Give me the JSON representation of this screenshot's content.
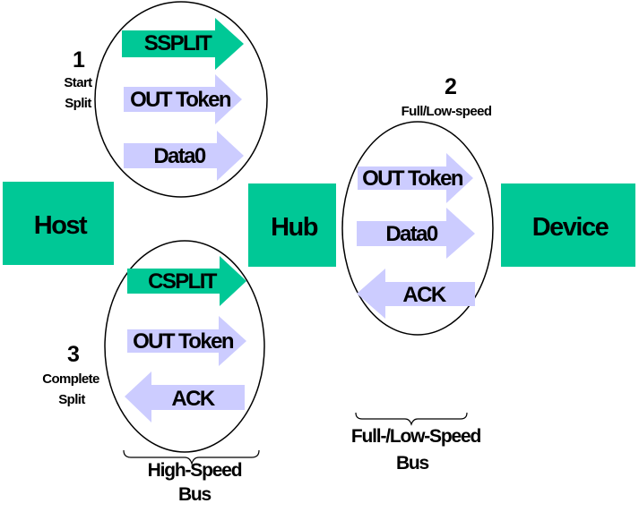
{
  "colors": {
    "green": "#00c896",
    "lavender": "#ccccff",
    "outline": "#000000",
    "text": "#000000"
  },
  "boxes": {
    "host": "Host",
    "hub": "Hub",
    "device": "Device"
  },
  "start_split": {
    "number": "1",
    "caption_line1": "Start",
    "caption_line2": "Split",
    "arrows": [
      {
        "label": "SSPLIT",
        "direction": "right",
        "color": "green"
      },
      {
        "label": "OUT Token",
        "direction": "right",
        "color": "lavender"
      },
      {
        "label": "Data0",
        "direction": "right",
        "color": "lavender"
      }
    ]
  },
  "complete_split": {
    "number": "3",
    "caption_line1": "Complete",
    "caption_line2": "Split",
    "arrows": [
      {
        "label": "CSPLIT",
        "direction": "right",
        "color": "green"
      },
      {
        "label": "OUT Token",
        "direction": "right",
        "color": "lavender"
      },
      {
        "label": "ACK",
        "direction": "left",
        "color": "lavender"
      }
    ]
  },
  "full_low_transaction": {
    "number": "2",
    "caption": "Full/Low-speed",
    "arrows": [
      {
        "label": "OUT Token",
        "direction": "right",
        "color": "lavender"
      },
      {
        "label": "Data0",
        "direction": "right",
        "color": "lavender"
      },
      {
        "label": "ACK",
        "direction": "left",
        "color": "lavender"
      }
    ]
  },
  "buses": {
    "high_speed_line1": "High-Speed",
    "high_speed_line2": "Bus",
    "full_low_line1": "Full-/Low-Speed",
    "full_low_line2": "Bus"
  }
}
